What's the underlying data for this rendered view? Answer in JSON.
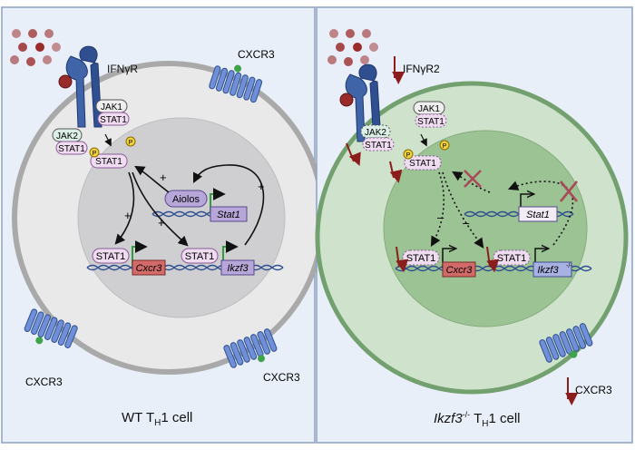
{
  "left_panel": {
    "title_prefix": "WT T",
    "title_sub": "H",
    "title_suffix": "1 cell",
    "receptor_label": "IFNγR",
    "cxcr3_top_label": "CXCR3",
    "cxcr3_bottom_left_label": "CXCR3",
    "cxcr3_bottom_right_label": "CXCR3",
    "jak1": "JAK1",
    "jak2": "JAK2",
    "stat1_a": "STAT1",
    "stat1_b": "STAT1",
    "stat1_p": "STAT1",
    "phospho": "P",
    "aiolos": "Aiolos",
    "stat1_gene": "Stat1",
    "stat1_tf_1": "STAT1",
    "stat1_tf_2": "STAT1",
    "cxcr3_gene": "Cxcr3",
    "ikzf3_gene": "Ikzf3",
    "plus_1": "+",
    "plus_2": "+",
    "plus_3": "+",
    "plus_4": "+"
  },
  "right_panel": {
    "title_gene": "Ikzf3",
    "title_sup": "-/-",
    "title_t": " T",
    "title_sub": "H",
    "title_suffix": "1 cell",
    "receptor_label": "IFNγR2",
    "cxcr3_label": "CXCR3",
    "jak1": "JAK1",
    "jak2": "JAK2",
    "stat1_a": "STAT1",
    "stat1_b": "STAT1",
    "stat1_p": "STAT1",
    "phospho": "P",
    "stat1_gene": "Stat1",
    "stat1_tf_1": "STAT1",
    "stat1_tf_2": "STAT1",
    "cxcr3_gene": "Cxcr3",
    "ikzf3_gene": "Ikzf3",
    "ikzf3_sup": "-/-",
    "minus_1": "–",
    "minus_2": "–"
  },
  "colors": {
    "panel_left": "#e9eff8",
    "panel_right": "#e9eff8",
    "panel_border": "#8aa0c0",
    "cell_left_fill": "#e9e9ea",
    "cell_left_border": "#a9a9a9",
    "nucleus_left": "#cfcfd1",
    "cell_right_fill": "#cfe2cb",
    "cell_right_border": "#73a06f",
    "nucleus_right": "#9cc393",
    "receptor": "#3f64a8",
    "receptor_dark": "#1f3770",
    "stat_fill": "#f0dcf0",
    "stat_border": "#8a5a9a",
    "jak2_fill": "#dcefe6",
    "gene_red": "#d36a6a",
    "gene_purple": "#b7a6d8",
    "gene_blue": "#7a8ed0",
    "promoter_green": "#2e9e3e",
    "down_arrow": "#8b1d1d",
    "ligand": "#9a2b2b"
  }
}
